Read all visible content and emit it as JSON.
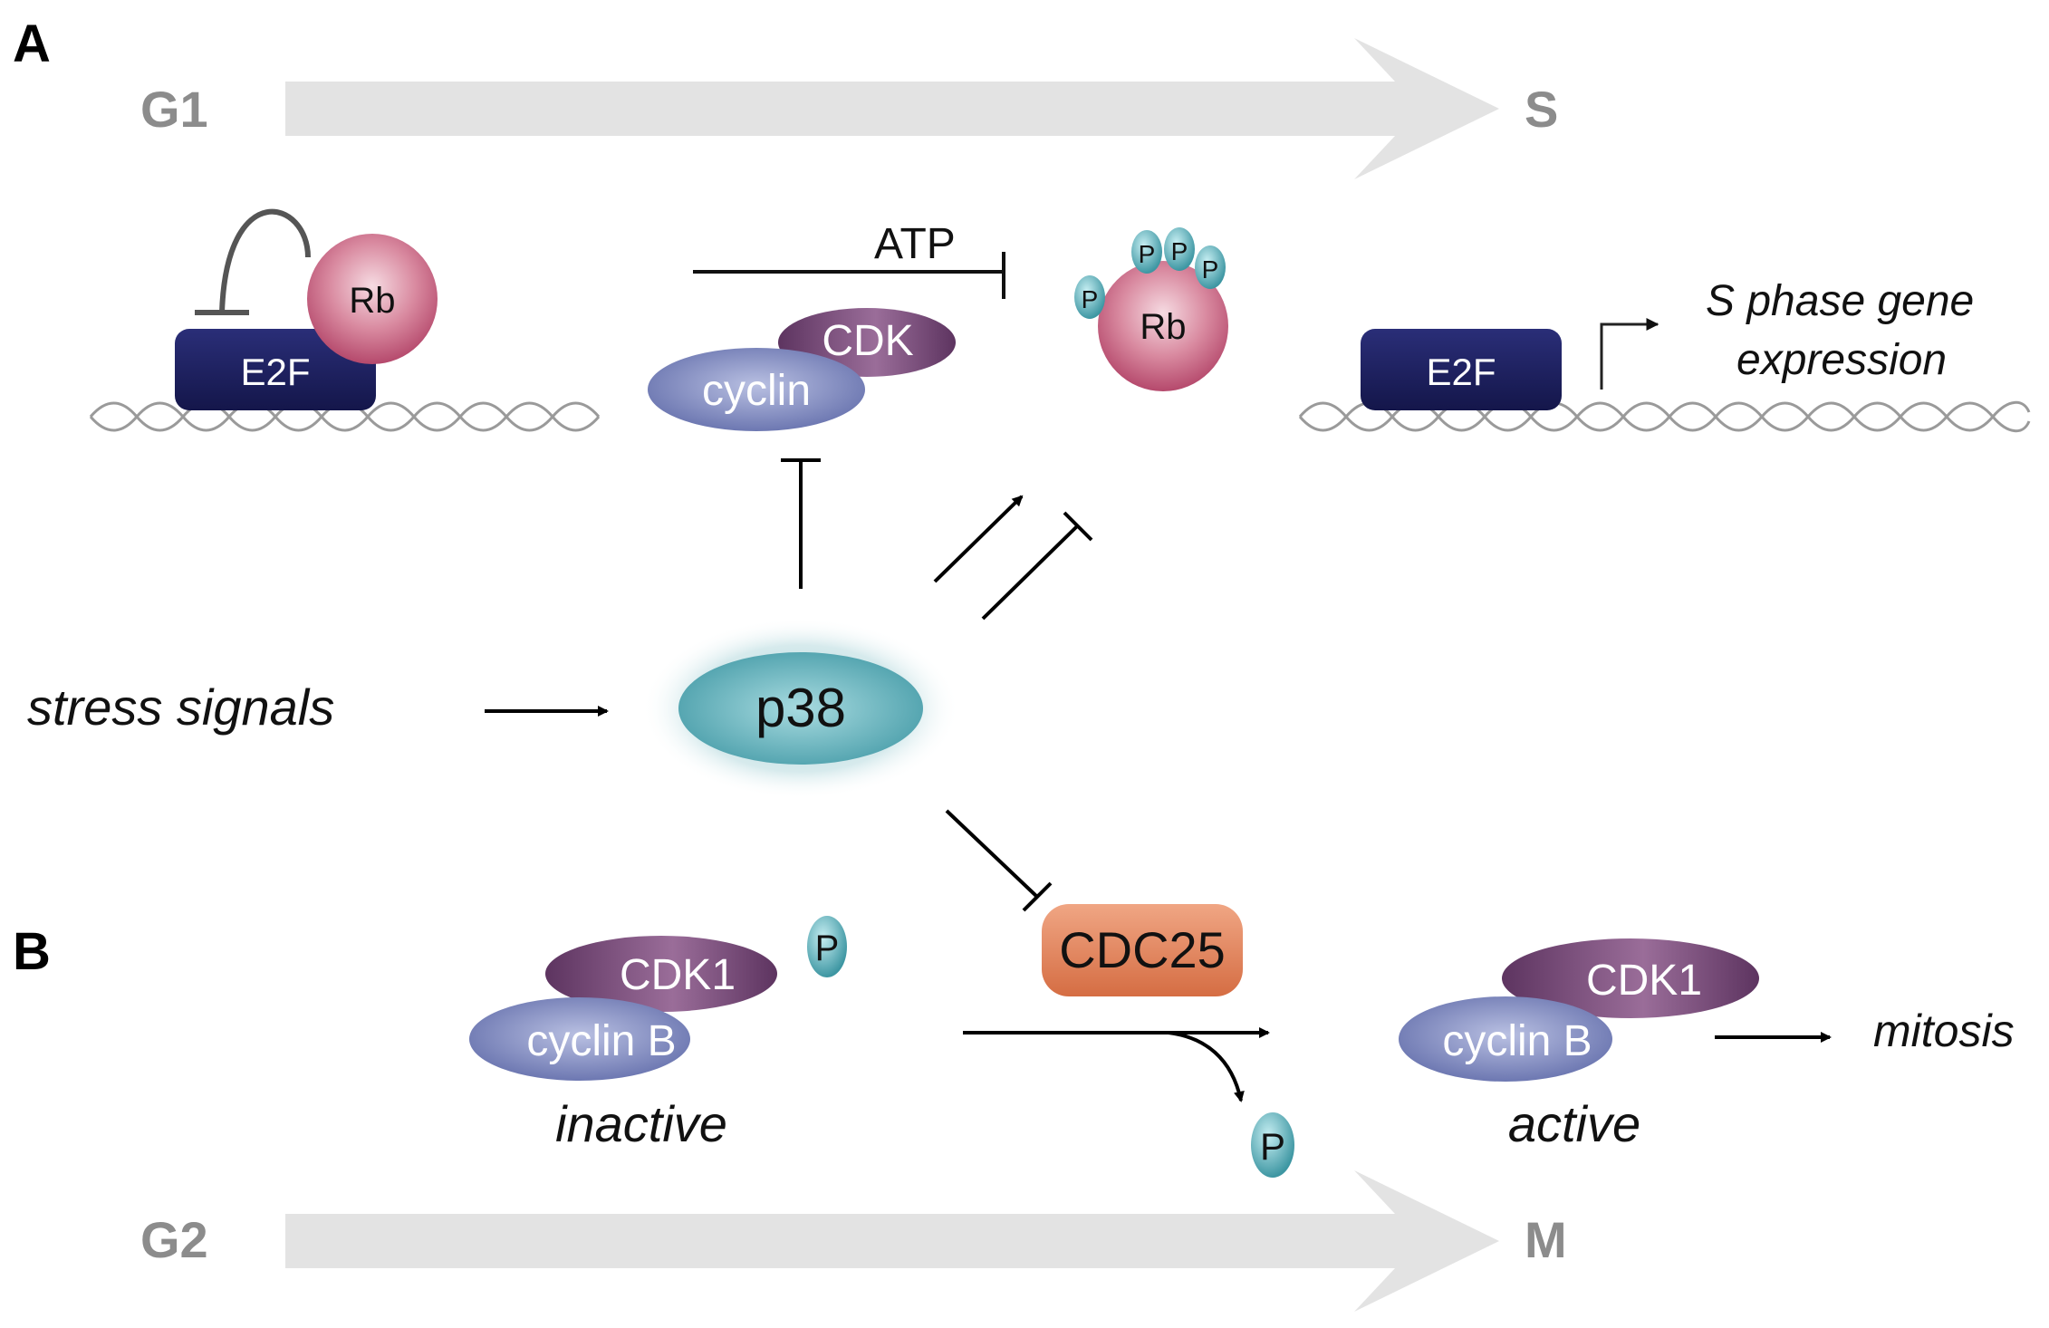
{
  "panels": {
    "a": "A",
    "b": "B"
  },
  "phases": {
    "g1": "G1",
    "s": "S",
    "g2": "G2",
    "m": "M"
  },
  "top": {
    "rb": "Rb",
    "e2f": "E2F",
    "atp": "ATP",
    "cdk": "CDK",
    "cyclin": "cyclin",
    "phospho": "P",
    "s_phase_line1": "S phase gene",
    "s_phase_line2": "expression"
  },
  "middle": {
    "stress": "stress signals",
    "p38": "p38"
  },
  "bottom": {
    "cdk1": "CDK1",
    "cyclin_b": "cyclin B",
    "phospho": "P",
    "inactive": "inactive",
    "cdc25": "CDC25",
    "active": "active",
    "mitosis": "mitosis"
  },
  "colors": {
    "phase_arrow": "#e3e3e3",
    "e2f": "#1c1f5e",
    "rb": "#c9607f",
    "cdk": "#7d4f7f",
    "cyclin": "#8590c2",
    "phospho": "#5eb3bd",
    "p38": "#5ea9b3",
    "cdc25": "#e0835c"
  }
}
